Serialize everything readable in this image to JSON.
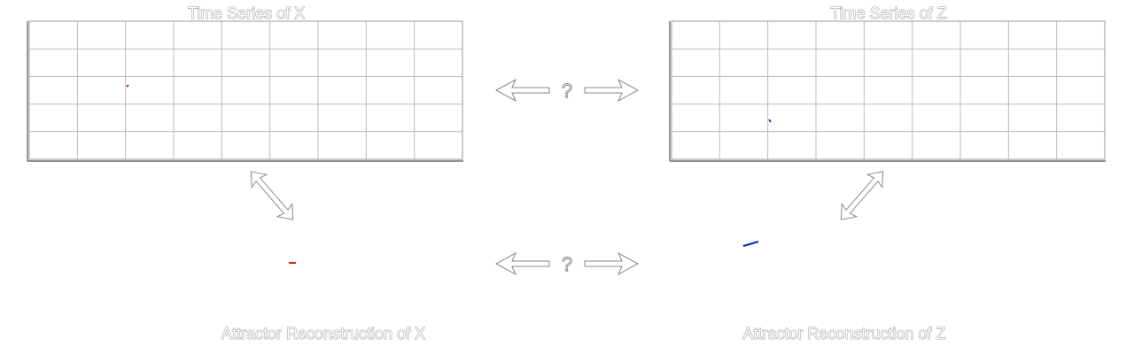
{
  "panels": {
    "ts_x": {
      "title": "Time Series of X",
      "color": "#d40000"
    },
    "ts_z": {
      "title": "Time Series of Z",
      "color": "#0022cc"
    }
  },
  "attractors": {
    "x": {
      "label": "Attractor Reconstruction of X",
      "color": "#d40000"
    },
    "z": {
      "label": "Attractor Reconstruction of Z",
      "color": "#0022cc"
    }
  },
  "connectors": {
    "top_question": "?",
    "bottom_question": "?"
  },
  "grid": {
    "columns": 9,
    "rows": 5
  }
}
